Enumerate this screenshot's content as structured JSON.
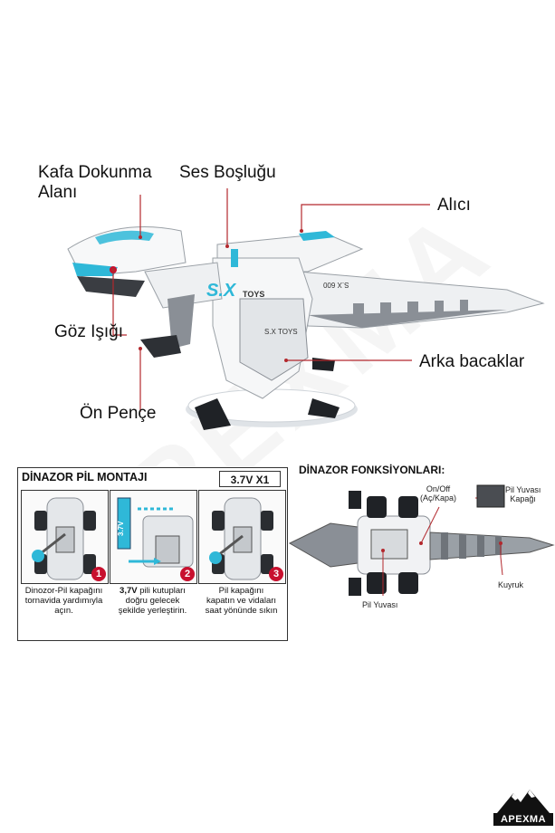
{
  "callouts": {
    "head_touch_line1": "Kafa Dokunma",
    "head_touch_line2": "Alanı",
    "sound_hole": "Ses Boşluğu",
    "receiver": "Alıcı",
    "eye_light": "Göz Işığı",
    "back_legs": "Arka bacaklar",
    "front_claw": "Ön Pençe"
  },
  "robot_text": {
    "brand": "S.X",
    "toys": "TOYS",
    "body_brand": "S.X TOYS",
    "tail_mark": "S.X 600"
  },
  "battery_section": {
    "title": "DİNAZOR PİL MONTAJI",
    "battery_spec": "3.7V X1",
    "cell_label": "3.7V",
    "steps": [
      {
        "num": "1",
        "caption": [
          "Dinozor-Pil kapağını",
          "tornavida yardımıyla",
          "açın."
        ]
      },
      {
        "num": "2",
        "caption_bold": "3,7V",
        "caption": [
          " pili kutupları",
          "doğru gelecek",
          "şekilde yerleştirin."
        ]
      },
      {
        "num": "3",
        "caption": [
          "Pil kapağını",
          "kapatın ve vidaları",
          "saat yönünde sıkın"
        ]
      }
    ]
  },
  "functions_section": {
    "title": "DİNAZOR FONKSİYONLARI:",
    "onoff_line1": "On/Off",
    "onoff_line2": "(Aç/Kapa)",
    "cover_line1": "Pil Yuvası",
    "cover_line2": "Kapağı",
    "tail": "Kuyruk",
    "battery_slot": "Pil Yuvası"
  },
  "logo": {
    "text": "APEXMA"
  },
  "colors": {
    "accent_red": "#c8102e",
    "robot_cyan": "#2fb8d8",
    "robot_gray": "#8a8f96",
    "line_red": "#b3282d"
  }
}
